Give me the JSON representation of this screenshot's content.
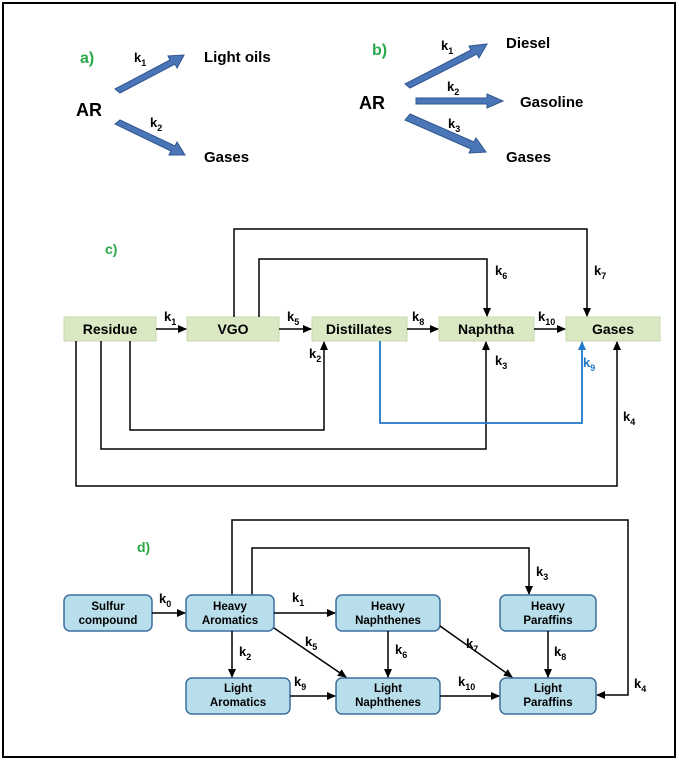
{
  "panel_a": {
    "label": "a)",
    "source": "AR",
    "products": [
      "Light oils",
      "Gases"
    ],
    "rates": [
      {
        "k": "k",
        "sub": "1"
      },
      {
        "k": "k",
        "sub": "2"
      }
    ]
  },
  "panel_b": {
    "label": "b)",
    "source": "AR",
    "products": [
      "Diesel",
      "Gasoline",
      "Gases"
    ],
    "rates": [
      {
        "k": "k",
        "sub": "1"
      },
      {
        "k": "k",
        "sub": "2"
      },
      {
        "k": "k",
        "sub": "3"
      }
    ]
  },
  "panel_c": {
    "label": "c)",
    "nodes": [
      "Residue",
      "VGO",
      "Distillates",
      "Naphtha",
      "Gases"
    ],
    "rates": {
      "k1": {
        "k": "k",
        "sub": "1"
      },
      "k2": {
        "k": "k",
        "sub": "2"
      },
      "k3": {
        "k": "k",
        "sub": "3"
      },
      "k4": {
        "k": "k",
        "sub": "4"
      },
      "k5": {
        "k": "k",
        "sub": "5"
      },
      "k6": {
        "k": "k",
        "sub": "6"
      },
      "k7": {
        "k": "k",
        "sub": "7"
      },
      "k8": {
        "k": "k",
        "sub": "8"
      },
      "k9": {
        "k": "k",
        "sub": "9"
      },
      "k10": {
        "k": "k",
        "sub": "10"
      }
    }
  },
  "panel_d": {
    "label": "d)",
    "nodes": {
      "sulfur": [
        "Sulfur",
        "compound"
      ],
      "heavy_aromatics": [
        "Heavy",
        "Aromatics"
      ],
      "heavy_naphthenes": [
        "Heavy",
        "Naphthenes"
      ],
      "heavy_paraffins": [
        "Heavy",
        "Paraffins"
      ],
      "light_aromatics": [
        "Light",
        "Aromatics"
      ],
      "light_naphthenes": [
        "Light",
        "Naphthenes"
      ],
      "light_paraffins": [
        "Light",
        "Paraffins"
      ]
    },
    "rates": {
      "k0": {
        "k": "k",
        "sub": "0"
      },
      "k1": {
        "k": "k",
        "sub": "1"
      },
      "k2": {
        "k": "k",
        "sub": "2"
      },
      "k3": {
        "k": "k",
        "sub": "3"
      },
      "k4": {
        "k": "k",
        "sub": "4"
      },
      "k5": {
        "k": "k",
        "sub": "5"
      },
      "k6": {
        "k": "k",
        "sub": "6"
      },
      "k7": {
        "k": "k",
        "sub": "7"
      },
      "k8": {
        "k": "k",
        "sub": "8"
      },
      "k9": {
        "k": "k",
        "sub": "9"
      },
      "k10": {
        "k": "k",
        "sub": "10"
      }
    }
  },
  "colors": {
    "panel_label": "#2aa84a",
    "block_arrow": "#4a76b8",
    "node_c_fill": "#dbe8c4",
    "node_d_fill": "#b7deea",
    "node_d_stroke": "#3c6f9e",
    "highlight_path": "#1f78c8"
  }
}
